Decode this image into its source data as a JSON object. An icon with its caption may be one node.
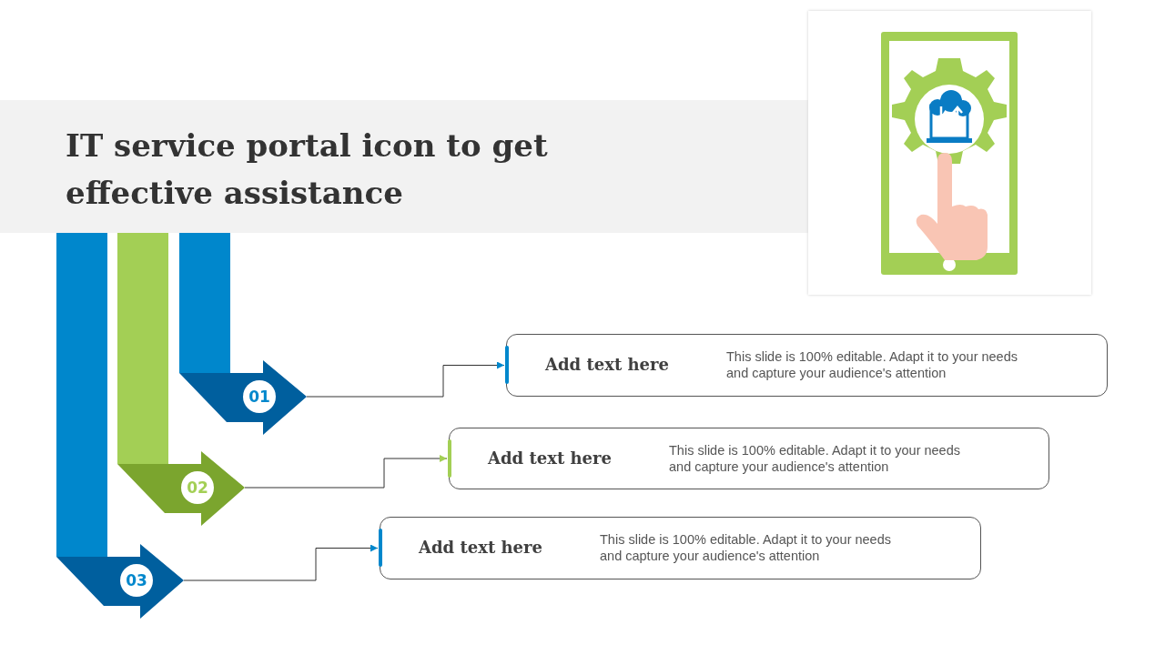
{
  "diagram": {
    "title": "IT service portal icon to get effective assistance",
    "nodes": [
      {
        "text": [
          "01"
        ]
      },
      {
        "text": [
          "Add text here",
          "This slide is 100% editable. Adapt it to your needs and capture your audience's attention"
        ]
      },
      {
        "text": [
          "02"
        ]
      },
      {
        "text": [
          "Add text here",
          "This slide is 100% editable. Adapt it to your needs and capture your audience's attention"
        ]
      },
      {
        "text": [
          "03"
        ]
      },
      {
        "text": [
          "Add text here",
          "This slide is 100% editable. Adapt it to your needs and capture your audience's attention"
        ]
      }
    ],
    "edges": [
      {
        "from": 0,
        "to": 1,
        "arrow": "to"
      },
      {
        "from": 2,
        "to": 3,
        "arrow": "to"
      },
      {
        "from": 4,
        "to": 5,
        "arrow": "to"
      }
    ]
  }
}
